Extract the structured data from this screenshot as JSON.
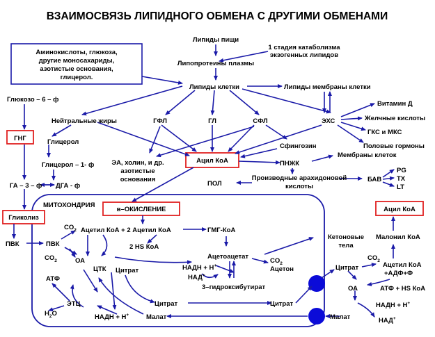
{
  "title": "ВЗАИМОСВЯЗЬ ЛИПИДНОГО ОБМЕНА С ДРУГИМИ ОБМЕНАМИ",
  "colors": {
    "arrow": "#1a1aa8",
    "highlight_border": "#e02020",
    "pump": "#0b0bd8"
  },
  "nodes": {
    "lipidy_pishchi": "Липиды пищи",
    "stage1_line1": "1 стадия катаболизма",
    "stage1_line2": "экзогенных липидов",
    "lipoproteiny": "Липопротеины плазмы",
    "box_line1": "Аминокислоты, глюкоза,",
    "box_line2": "другие моносахариды,",
    "box_line3": "азотистые основания,",
    "box_line4": "глицерол.",
    "lipidy_kletki": "Липиды клетки",
    "lipidy_membrany": "Липиды мембраны клетки",
    "glucose6p": "Глюкозо – 6 – ф",
    "vitamin_d": "Витамин Д",
    "neutral_fats": "Нейтральные жиры",
    "gfl": "ГФЛ",
    "gl": "ГЛ",
    "sfl": "СФЛ",
    "exs": "ЭХС",
    "bile_acids": "Желчные кислоты",
    "gks_mks": "ГКС и МКС",
    "sex_hormones": "Половые гормоны",
    "gng": "ГНГ",
    "glycerol": "Глицерол",
    "sphingosine": "Сфингозин",
    "acyl_coa_main": "Ацил КоА",
    "membrany_kletok": "Мембраны клеток",
    "glycerol1p": "Глицерол – 1- ф",
    "ea_line1": "ЭА, холин, и др.",
    "ea_line2": "азотистые",
    "ea_line3": "основания",
    "pnzhk": "ПНЖК",
    "pg": "PG",
    "tx": "TX",
    "lt": "LT",
    "ga3p": "ГА – 3 – ф",
    "dga_p": "ДГА - ф",
    "pol": "ПОЛ",
    "arach_line1": "Производные арахидоновой",
    "arach_line2": "кислоты",
    "bav": "БАВ",
    "mitochondria": "МИТОХОНДРИЯ",
    "beta_oxidation": "в–ОКИСЛЕНИЕ",
    "acyl_coa_right": "Ацил КоА",
    "glycolysis": "Гликолиз",
    "co2_a": "CO",
    "acetyl_coa_eq": "Ацетил КоА + 2 Ацетил КоА",
    "hmg_coa": "ГМГ-КоА",
    "ketone_line1": "Кетоновые",
    "ketone_line2": "тела",
    "malonyl_coa": "Малонил КоА",
    "pvk_out": "ПВК",
    "pvk_in": "ПВК",
    "hs_coa": "2 HS КоА",
    "acetoacetate": "Ацетоацетат",
    "co2_b": "CO",
    "acetone": "Ацетон",
    "co2_c": "CO",
    "oa_left": "ОА",
    "tca": "ЦТК",
    "citrate_left": "Цитрат",
    "nadh_h_mid": "НАДН + Н",
    "nad_mid": "НАД",
    "citrate_right_top": "Цитрат",
    "co2_d": "CO",
    "acetyl_coa_adp_line1": "Ацетил КоА",
    "acetyl_coa_adp_line2": "+АДФ+Ф",
    "atf": "АТФ",
    "hydroxybutyrate": "3–гидроксибутират",
    "oa_right": "ОА",
    "atf_hs_coa": "АТФ + HS КоА",
    "etc": "ЭТЦ",
    "citrate_bottom_left": "Цитрат",
    "citrate_bottom_right": "Цитрат",
    "nadh_h_right": "НАДН + Н",
    "h2o": "H",
    "h2o_tail": "O",
    "nadh_h_left": "НАДН + Н",
    "malate_left": "Малат",
    "malate_right": "Малат",
    "nad_right": "НАД",
    "sub2": "2",
    "sup_plus": "+"
  }
}
